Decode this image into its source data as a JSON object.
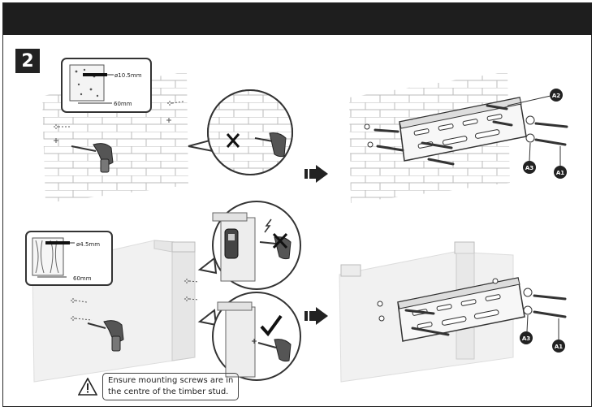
{
  "step": {
    "number": "2"
  },
  "brick_detail": {
    "diameter": "ø10.5mm",
    "depth": "60mm"
  },
  "timber_detail": {
    "diameter": "ø4.5mm",
    "depth": "60mm"
  },
  "part_labels": {
    "a1": "A1",
    "a2": "A2",
    "a3": "A3"
  },
  "warning": {
    "line1": "Ensure mounting screws are in",
    "line2": "the centre of the timber stud."
  },
  "colors": {
    "header": "#1e1e1e",
    "ink": "#222222",
    "wall": "#f1f1f1"
  },
  "icons": [
    "warning-icon",
    "cross-mark-icon",
    "check-mark-icon",
    "arrow-right-icon",
    "drill-icon",
    "stud-finder-icon"
  ]
}
